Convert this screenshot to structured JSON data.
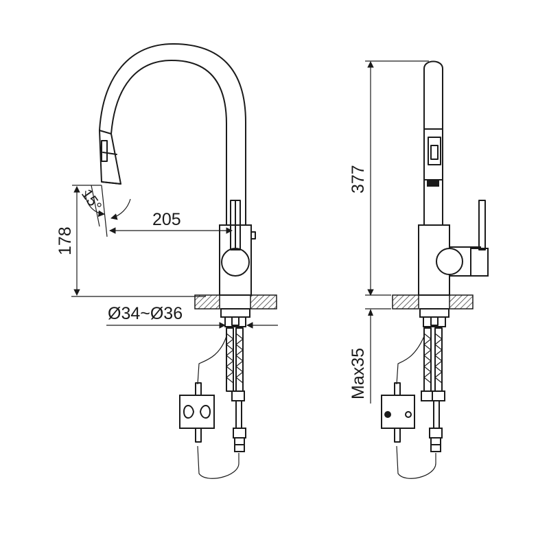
{
  "dimensions": {
    "reach": "205",
    "height_base": "178",
    "spray_angle": "15°",
    "hole_diameter": "Ø34~Ø36",
    "total_height": "377",
    "max_counter_thickness": "Max35"
  },
  "colors": {
    "ink": "#1a1a1a",
    "background": "#ffffff"
  }
}
